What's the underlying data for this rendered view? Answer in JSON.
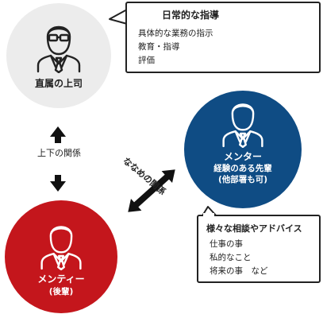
{
  "roles": {
    "boss": {
      "label": "直属の上司"
    },
    "mentor": {
      "label": "メンター",
      "sub_line1": "経験のある先輩",
      "sub_line2": "(他部署も可)"
    },
    "mentee": {
      "label": "メンティー",
      "sub": "(後輩)"
    }
  },
  "callouts": {
    "boss": {
      "title": "日常的な指導",
      "items": [
        "具体的な業務の指示",
        "教育・指導",
        "評価"
      ]
    },
    "mentor": {
      "title": "様々な相談やアドバイス",
      "items": [
        "仕事の事",
        "私的なこと",
        "将来の事　など"
      ]
    }
  },
  "relations": {
    "vertical": "上下の関係",
    "diagonal": "ななめの関係"
  },
  "colors": {
    "boss_circle": "#ececec",
    "mentor_circle": "#0f4c84",
    "mentee_circle": "#c4161c",
    "ink": "#222222"
  },
  "icons": {
    "boss": "businessman-with-glasses-icon",
    "mentor": "businessman-icon",
    "mentee": "businessman-icon"
  }
}
